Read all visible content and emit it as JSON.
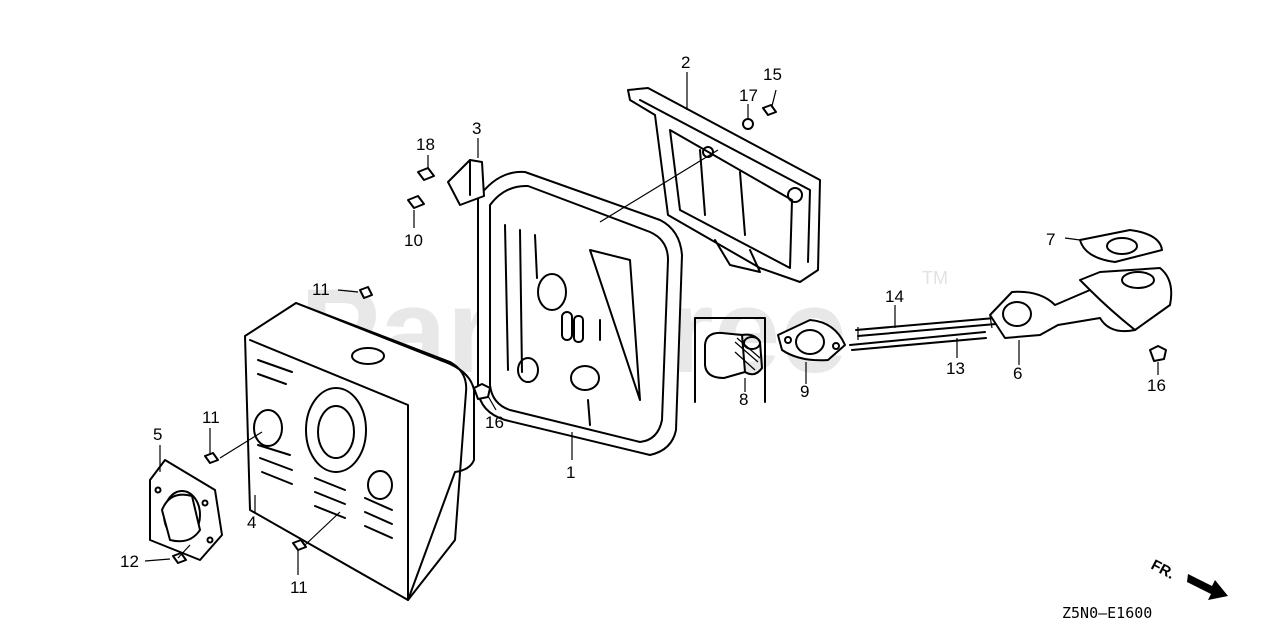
{
  "watermark": {
    "text": "PartsTree",
    "trademark": "TM"
  },
  "callouts": {
    "c1": "1",
    "c2": "2",
    "c3": "3",
    "c4": "4",
    "c5": "5",
    "c6": "6",
    "c7": "7",
    "c8": "8",
    "c9": "9",
    "c10": "10",
    "c11a": "11",
    "c11b": "11",
    "c11c": "11",
    "c12": "12",
    "c13": "13",
    "c14": "14",
    "c15": "15",
    "c16a": "16",
    "c16b": "16",
    "c17": "17",
    "c18": "18"
  },
  "direction_marker": "FR.",
  "diagram_code": "Z5N0—E1600"
}
